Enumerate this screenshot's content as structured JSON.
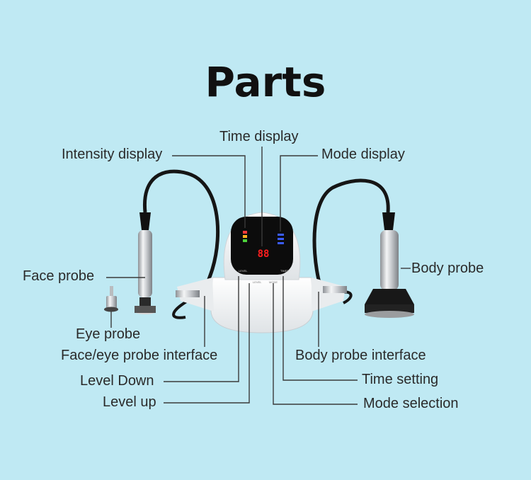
{
  "title": "Parts",
  "labels": {
    "time_display": "Time display",
    "intensity_display": "Intensity display",
    "mode_display": "Mode display",
    "face_probe": "Face probe",
    "body_probe": "Body probe",
    "eye_probe": "Eye probe",
    "face_eye_interface": "Face/eye probe interface",
    "body_probe_interface": "Body probe interface",
    "level_down": "Level Down",
    "time_setting": "Time setting",
    "level_up": "Level up",
    "mode_selection": "Mode selection"
  },
  "device": {
    "digits": "88",
    "button_labels": [
      "LEVEL",
      "LEVEL",
      "MODE",
      "TIMER"
    ]
  },
  "colors": {
    "background": "#bfe9f3",
    "panel": "#0c0c0c",
    "digits": "#ff1e1e",
    "mode_leds": "#3a5cff"
  }
}
